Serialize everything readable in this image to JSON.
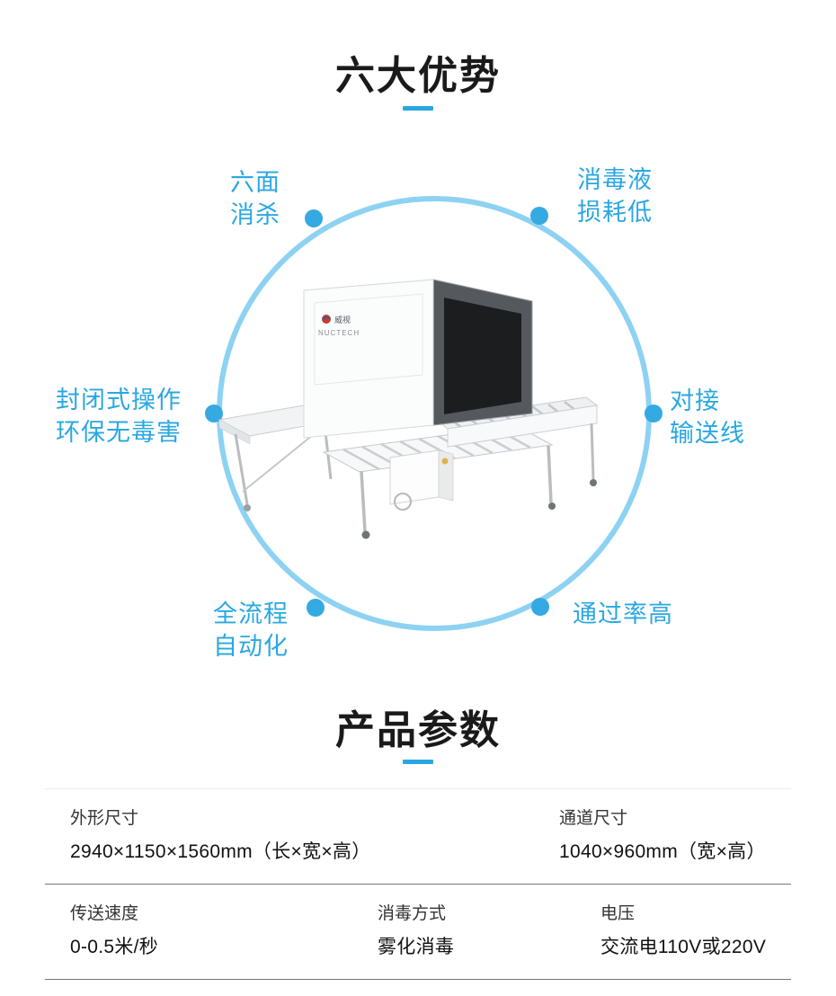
{
  "sections": {
    "advantages_title": "六大优势",
    "params_title": "产品参数"
  },
  "advantages": {
    "items": [
      {
        "id": "top-left",
        "lines": [
          "六面",
          "消杀"
        ]
      },
      {
        "id": "top-right",
        "lines": [
          "消毒液",
          "损耗低"
        ]
      },
      {
        "id": "left",
        "lines": [
          "封闭式操作",
          "环保无毒害"
        ]
      },
      {
        "id": "right",
        "lines": [
          "对接",
          "输送线"
        ]
      },
      {
        "id": "bottom-left",
        "lines": [
          "全流程",
          "自动化"
        ]
      },
      {
        "id": "bottom-right",
        "lines": [
          "通过率高"
        ]
      }
    ]
  },
  "product": {
    "brand": "NUCTECH",
    "brand_cn": "威视"
  },
  "parameters": {
    "row1": [
      {
        "label": "外形尺寸",
        "value": "2940×1150×1560mm（长×宽×高）"
      },
      {
        "label": "通道尺寸",
        "value": "1040×960mm（宽×高）"
      }
    ],
    "row2": [
      {
        "label": "传送速度",
        "value": "0-0.5米/秒"
      },
      {
        "label": "消毒方式",
        "value": "雾化消毒"
      },
      {
        "label": "电压",
        "value": "交流电110V或220V"
      }
    ]
  },
  "colors": {
    "accent": "#2aa7e0",
    "ring": "#8dd2f2",
    "dot": "#35a9e1",
    "title": "#1a1a1a"
  }
}
